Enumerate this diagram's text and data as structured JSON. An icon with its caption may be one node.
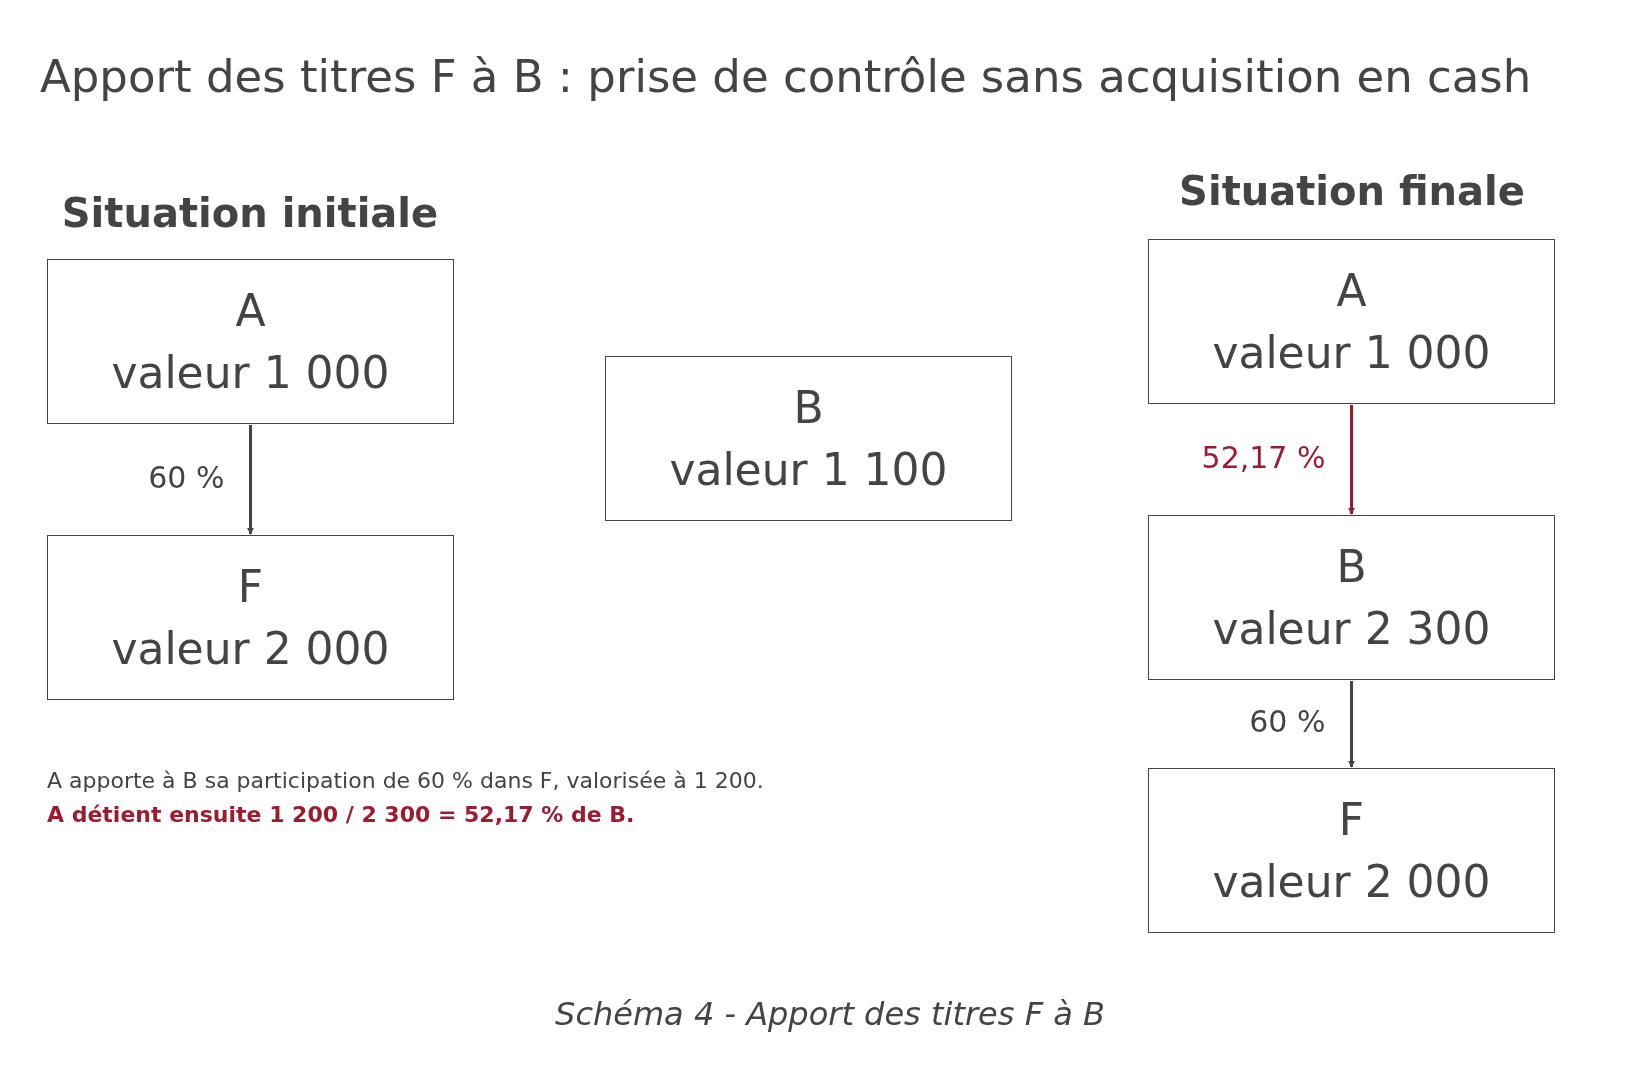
{
  "diagram": {
    "title": "Apport des titres F à B : prise de contrôle sans acquisition en cash",
    "caption": "Schéma 4 - Apport des titres F à B",
    "nodes": [
      {
        "text": [
          "A",
          "valeur 1 000"
        ]
      },
      {
        "text": [
          "F",
          "valeur 2 000"
        ]
      },
      {
        "text": [
          "B",
          "valeur 1 100"
        ]
      },
      {
        "text": [
          "A",
          "valeur 1 000"
        ]
      },
      {
        "text": [
          "B",
          "valeur 2 300"
        ]
      },
      {
        "text": [
          "F",
          "valeur 2 000"
        ]
      }
    ],
    "edges": [
      {
        "from": 0,
        "to": 1,
        "arrow": "to",
        "label": "60 %"
      },
      {
        "from": 3,
        "to": 4,
        "arrow": "to",
        "label": "52,17 %",
        "color": "#9b1b30"
      },
      {
        "from": 4,
        "to": 5,
        "arrow": "to",
        "label": "60 %"
      }
    ],
    "labels": [
      "Situation initiale",
      "Situation finale",
      "A apporte à B sa participation de 60 % dans F, valorisée à 1 200.",
      "A détient ensuite 1 200 / 2 300 = 52,17 %  de B."
    ]
  }
}
